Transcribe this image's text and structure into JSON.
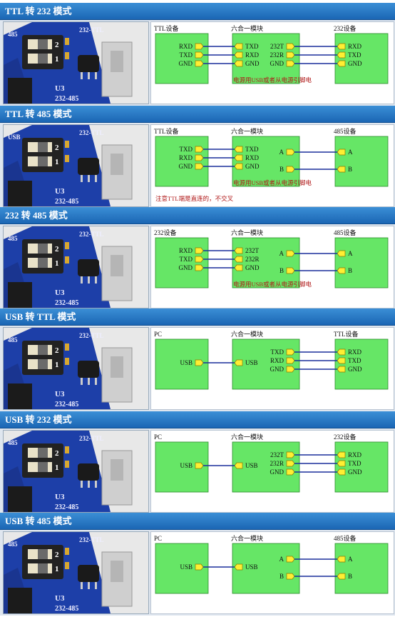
{
  "sections": [
    {
      "title": "TTL 转 232 模式",
      "left_title": "TTL设备",
      "mid_title": "六合一模块",
      "right_title": "232设备",
      "left_pins": [
        "RXD",
        "TXD",
        "GND"
      ],
      "mid_left_pins": [
        "TXD",
        "RXD",
        "GND"
      ],
      "mid_right_pins": [
        "232T",
        "232R",
        "GND"
      ],
      "right_pins": [
        "RXD",
        "TXD",
        "GND"
      ],
      "power_note": "电源用USB或者从电源引脚电",
      "extra_note": ""
    },
    {
      "title": "TTL 转 485 模式",
      "left_title": "TTL设备",
      "mid_title": "六合一模块",
      "right_title": "485设备",
      "left_pins": [
        "TXD",
        "RXD",
        "GND"
      ],
      "mid_left_pins": [
        "TXD",
        "RXD",
        "GND"
      ],
      "mid_right_pins": [
        "A",
        "B"
      ],
      "right_pins": [
        "A",
        "B"
      ],
      "power_note": "电源用USB或者从电源引脚电",
      "extra_note": "注意TTL端是直连的，不交叉"
    },
    {
      "title": "232 转 485 模式",
      "left_title": "232设备",
      "mid_title": "六合一模块",
      "right_title": "485设备",
      "left_pins": [
        "RXD",
        "TXD",
        "GND"
      ],
      "mid_left_pins": [
        "232T",
        "232R",
        "GND"
      ],
      "mid_right_pins": [
        "A",
        "B"
      ],
      "right_pins": [
        "A",
        "B"
      ],
      "power_note": "电源用USB或者从电源引脚电",
      "extra_note": ""
    },
    {
      "title": "USB 转 TTL 模式",
      "left_title": "PC",
      "mid_title": "六合一模块",
      "right_title": "TTL设备",
      "left_pins": [
        "USB"
      ],
      "mid_left_pins": [
        "USB"
      ],
      "mid_right_pins": [
        "TXD",
        "RXD",
        "GND"
      ],
      "right_pins": [
        "RXD",
        "TXD",
        "GND"
      ],
      "power_note": "",
      "extra_note": ""
    },
    {
      "title": "USB 转 232 模式",
      "left_title": "PC",
      "mid_title": "六合一模块",
      "right_title": "232设备",
      "left_pins": [
        "USB"
      ],
      "mid_left_pins": [
        "USB"
      ],
      "mid_right_pins": [
        "232T",
        "232R",
        "GND"
      ],
      "right_pins": [
        "RXD",
        "TXD",
        "GND"
      ],
      "power_note": "",
      "extra_note": ""
    },
    {
      "title": "USB 转 485 模式",
      "left_title": "PC",
      "mid_title": "六合一模块",
      "right_title": "485设备",
      "left_pins": [
        "USB"
      ],
      "mid_left_pins": [
        "USB"
      ],
      "mid_right_pins": [
        "A",
        "B"
      ],
      "right_pins": [
        "A",
        "B"
      ],
      "power_note": "",
      "extra_note": ""
    }
  ],
  "photos": [
    {
      "switch_labels": [
        "2",
        "1"
      ],
      "board_text": [
        "485",
        "U3",
        "232-485",
        "232-TTL"
      ]
    },
    {
      "switch_labels": [
        "2",
        "1"
      ],
      "board_text": [
        "USB",
        "U3",
        "232-485",
        "232-TTL"
      ]
    },
    {
      "switch_labels": [
        "2",
        "1"
      ],
      "board_text": [
        "485",
        "U3",
        "232-485",
        "232-TTL"
      ]
    },
    {
      "switch_labels": [
        "2",
        "1"
      ],
      "board_text": [
        "485",
        "U3",
        "232-485",
        "232-TTL"
      ]
    },
    {
      "switch_labels": [
        "2",
        "1"
      ],
      "board_text": [
        "485",
        "U3",
        "232-485",
        "232-TTL"
      ]
    },
    {
      "switch_labels": [
        "2",
        "1"
      ],
      "board_text": [
        "485",
        "U3",
        "232-485",
        "232-TTL"
      ]
    }
  ],
  "colors": {
    "header_blue": "#2a7ac8",
    "box_green": "#66e666",
    "pin_yellow": "#ffee33",
    "wire_blue": "#1a2f9c",
    "note_red": "#b01818",
    "pcb_blue": "#1d3fa8"
  }
}
